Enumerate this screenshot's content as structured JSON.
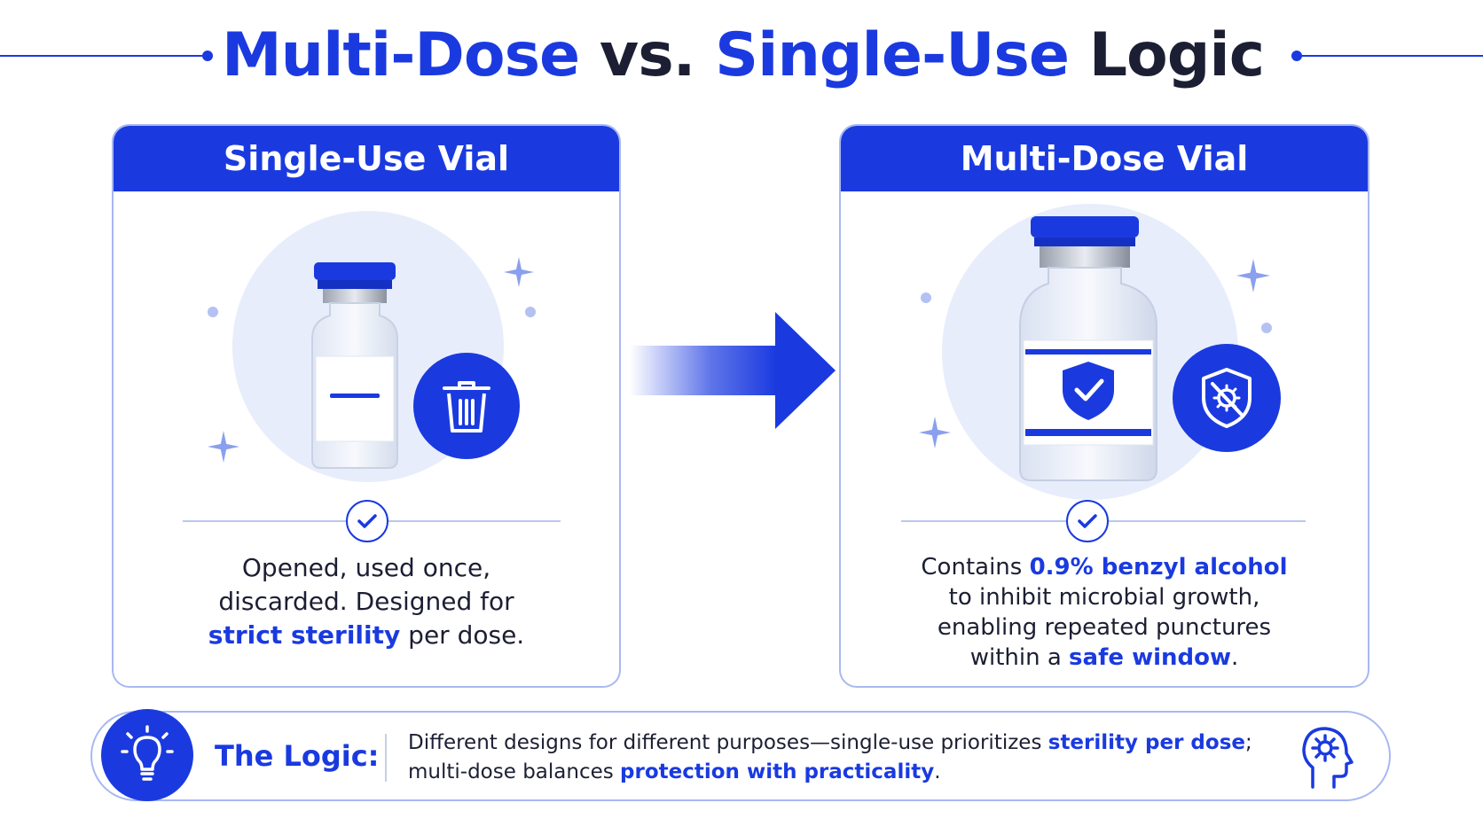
{
  "title": {
    "part1": "Multi-Dose",
    "part2": " vs. ",
    "part3": "Single-Use",
    "part4": " Logic"
  },
  "single_use": {
    "header": "Single-Use Vial",
    "desc_line1": "Opened, used once,",
    "desc_line2": "discarded. Designed for",
    "desc_highlight": "strict sterility",
    "desc_line3_rest": " per dose."
  },
  "multi_dose": {
    "header": "Multi-Dose Vial",
    "desc_prefix": "Contains ",
    "desc_highlight1": "0.9% benzyl alcohol",
    "desc_line2": "to inhibit microbial growth,",
    "desc_line3": "enabling repeated punctures",
    "desc_line4_prefix": "within a ",
    "desc_highlight2": "safe window",
    "desc_line4_suffix": "."
  },
  "logic": {
    "label": "The Logic:",
    "line1_text": "Different designs for different purposes—single-use prioritizes ",
    "line1_highlight": "sterility per dose",
    "line1_end": ";",
    "line2_text": "multi-dose balances ",
    "line2_highlight": "protection with practicality",
    "line2_end": "."
  },
  "icons": {
    "single_badge": "trash-icon",
    "multi_badge": "shield-bacteria-icon",
    "check": "check-icon",
    "logic_left": "lightbulb-icon",
    "logic_right": "head-gear-icon",
    "flow": "arrow-right-icon"
  },
  "colors": {
    "accent": "#1a3ae0",
    "text": "#1c1f33",
    "halo": "#e8edfc",
    "border": "#a9b8f1"
  }
}
